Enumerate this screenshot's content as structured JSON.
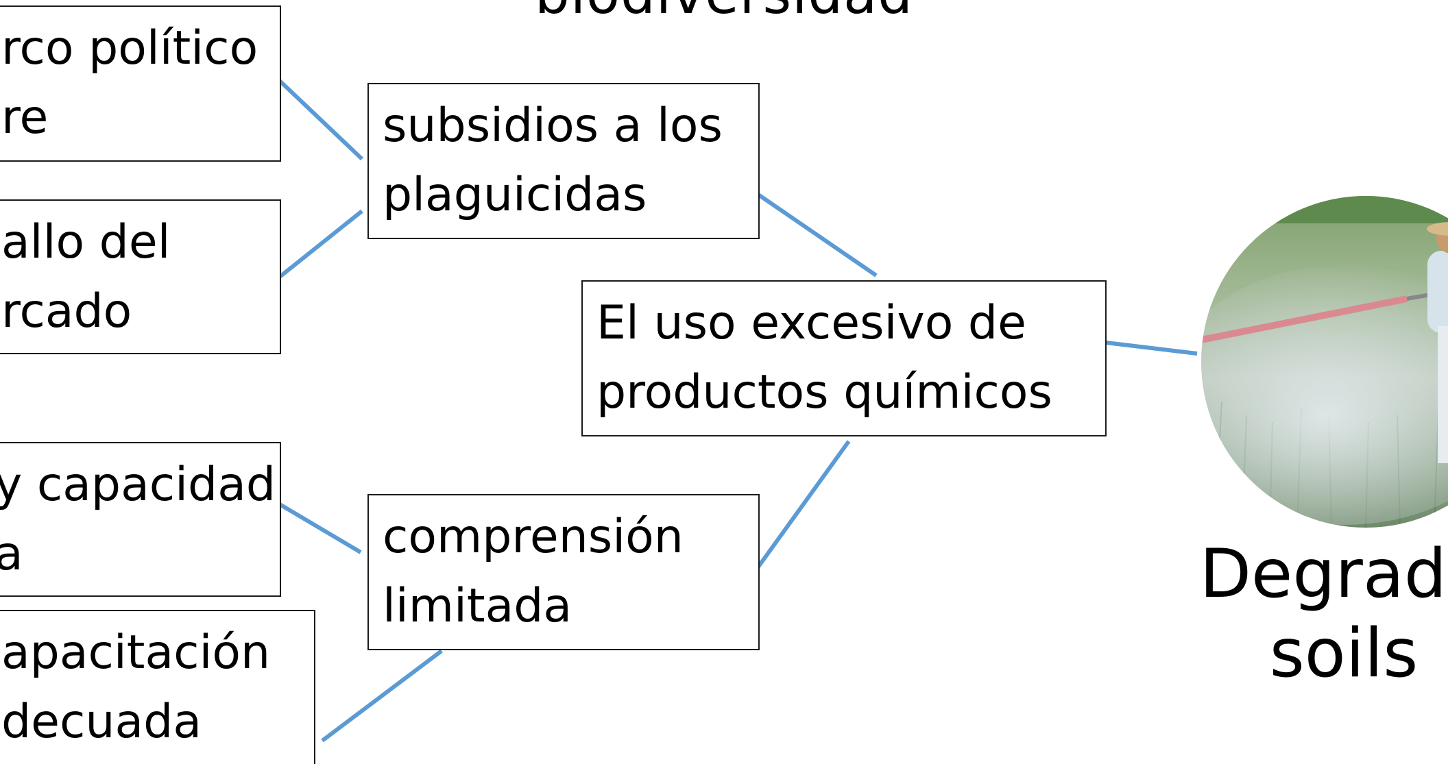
{
  "title": "biodiversidad",
  "colors": {
    "connector": "#5b9bd5",
    "box_border": "#1a1a1a",
    "text": "#000000"
  },
  "boxes": {
    "marco_politico": {
      "line1": "rco político",
      "line2": "re"
    },
    "fallo_mercado": {
      "line1": "allo del",
      "line2": "rcado"
    },
    "capacidad": {
      "line1": "y capacidad",
      "line2": "a"
    },
    "capacitacion": {
      "line1": "apacitación",
      "line2": "decuada"
    },
    "subsidios": {
      "line1": "subsidios a los",
      "line2": "plaguicidas"
    },
    "comprension": {
      "line1": "comprensión",
      "line2": "limitada"
    },
    "uso_excesivo": {
      "line1": "El uso excesivo de",
      "line2": "productos químicos"
    }
  },
  "outcome": {
    "image_icon": "farmer-spraying-pesticide-photo",
    "caption_line1": "Degrade",
    "caption_line2": "soils"
  }
}
